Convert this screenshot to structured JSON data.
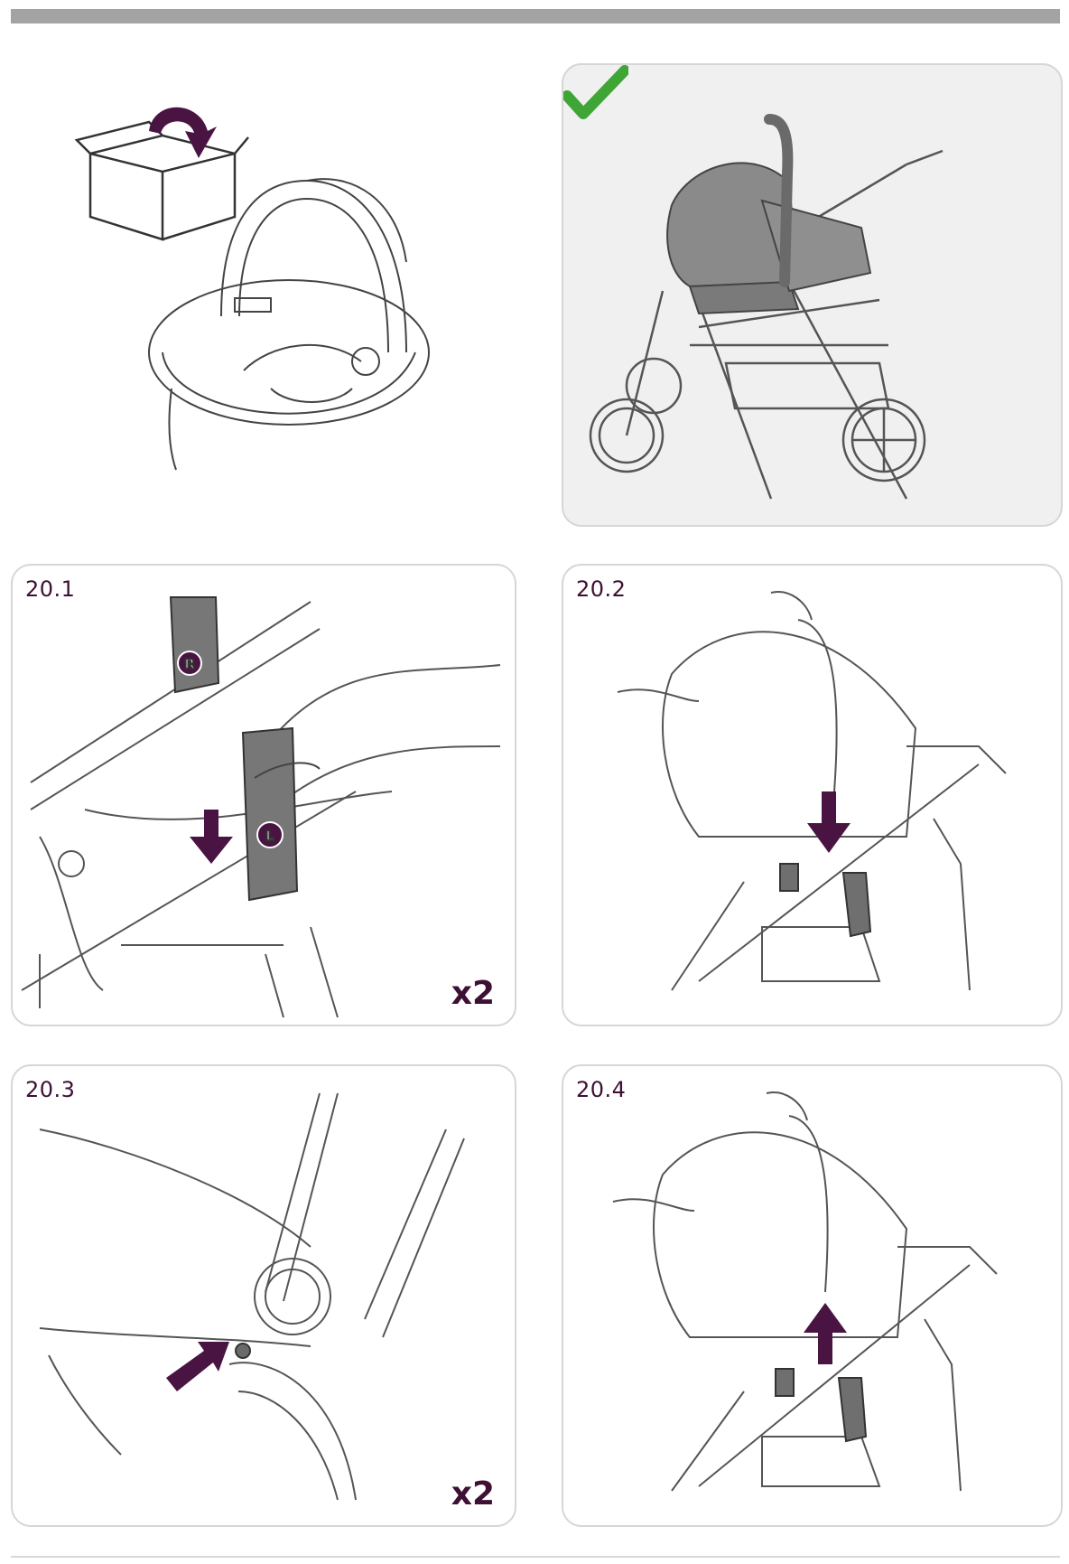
{
  "colors": {
    "accent": "#4a1442",
    "check_green": "#3fa535",
    "panel_border": "#d6d6d6",
    "shaded_bg": "#f0f0f0"
  },
  "icons": {
    "intro": [
      "box-icon",
      "rotate-arrow-icon",
      "car-seat-illustration"
    ],
    "checkmark": "checkmark-icon"
  },
  "steps": [
    {
      "id": "20.1",
      "label": "20.1",
      "count": "x2",
      "markers": [
        "R",
        "L"
      ]
    },
    {
      "id": "20.2",
      "label": "20.2"
    },
    {
      "id": "20.3",
      "label": "20.3",
      "count": "x2"
    },
    {
      "id": "20.4",
      "label": "20.4"
    }
  ]
}
